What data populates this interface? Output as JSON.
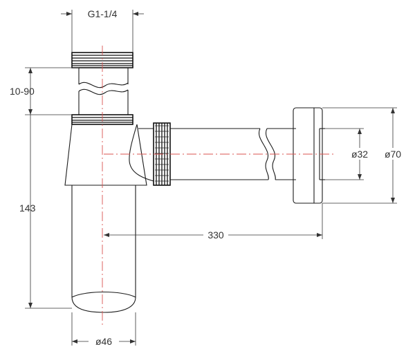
{
  "dimensions": {
    "thread": "G1-1/4",
    "adjust": "10-90",
    "height": "143",
    "length": "330",
    "pipe_dia": "ø32",
    "flange_dia": "ø70",
    "bottom_dia": "ø46"
  },
  "colors": {
    "line": "#1a1a1a",
    "centerline": "#d9534f",
    "dimension": "#333333"
  }
}
